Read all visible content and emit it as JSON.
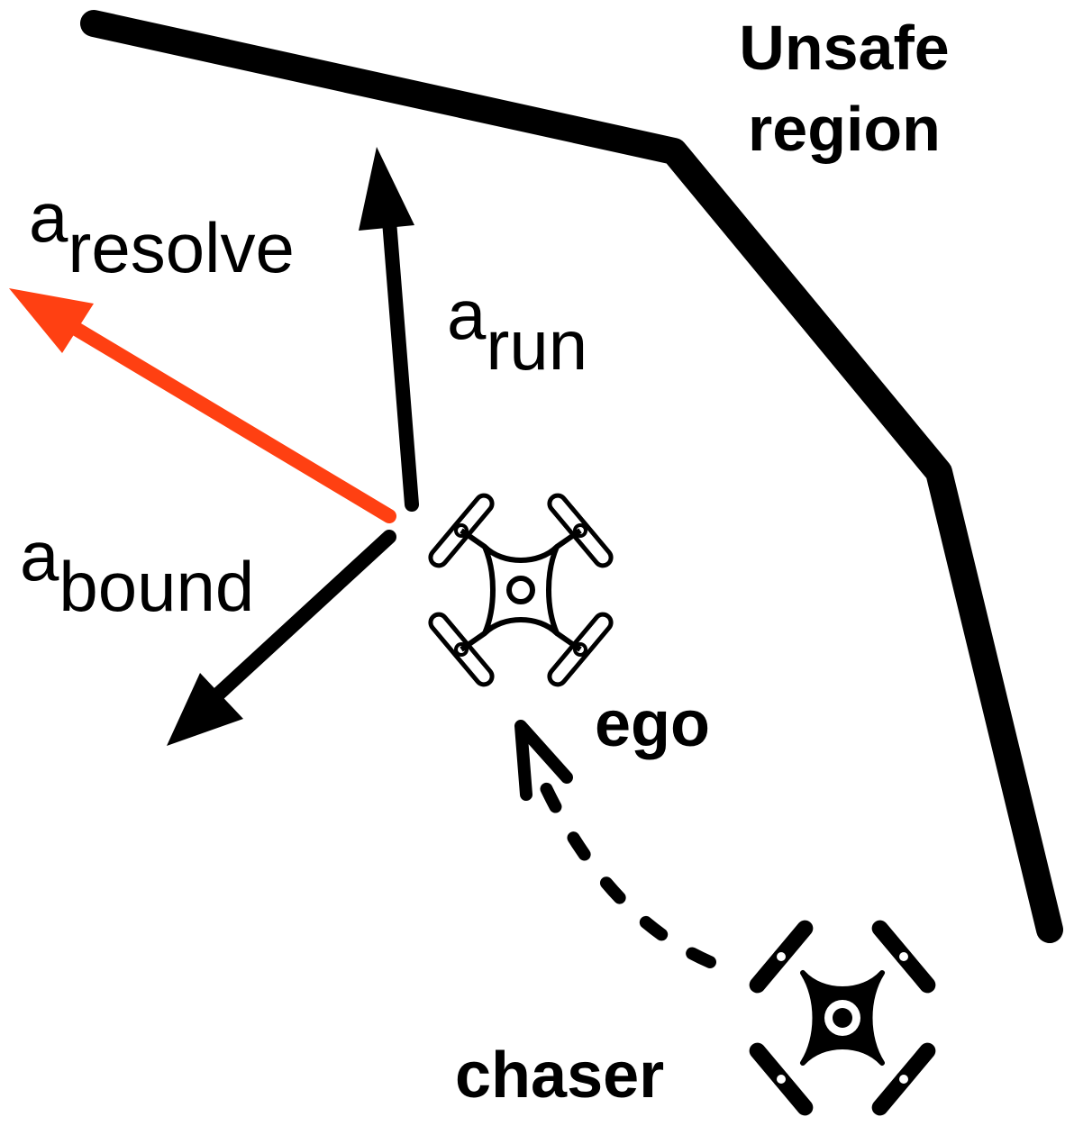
{
  "diagram": {
    "boundary_label": [
      "Unsafe",
      "region"
    ],
    "ego_label": "ego",
    "chaser_label": "chaser",
    "vectors": [
      {
        "id": "resolve",
        "base": "a",
        "sub": "resolve",
        "color": "#ff4012"
      },
      {
        "id": "run",
        "base": "a",
        "sub": "run",
        "color": "#000000"
      },
      {
        "id": "bound",
        "base": "a",
        "sub": "bound",
        "color": "#000000"
      }
    ],
    "chaser_path_style": "dashed",
    "colors": {
      "ink": "#000000",
      "resolve_arrow": "#ff4012",
      "background": "#ffffff"
    }
  }
}
